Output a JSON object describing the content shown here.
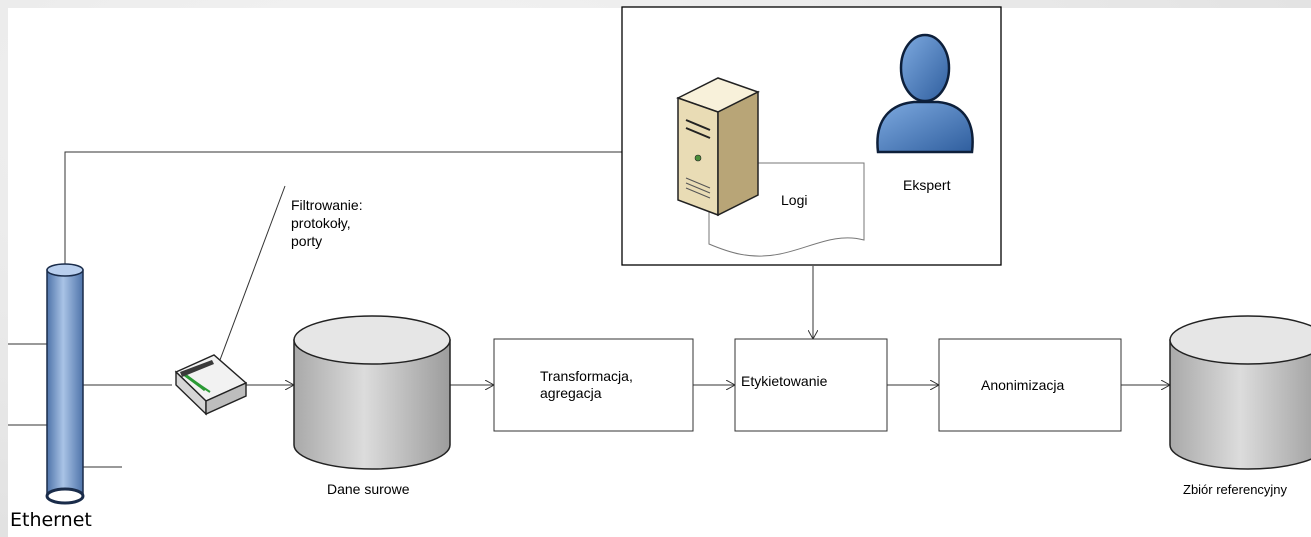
{
  "labels": {
    "filter": "Filtrowanie:\nprotokoły,\nporty",
    "logs": "Logi",
    "expert": "Ekspert",
    "raw_data": "Dane surowe",
    "transform": "Transformacja,\nagregacja",
    "labeling": "Etykietowanie",
    "anonymization": "Anonimizacja",
    "reference_set": "Zbiór referencyjny",
    "ethernet": "Ethernet"
  },
  "icons": {
    "server": "server-icon",
    "expert": "person-icon",
    "network_device": "router-icon",
    "database": "database-icon",
    "bus": "ethernet-bus-icon",
    "document": "document-icon"
  },
  "colors": {
    "line": "#333333",
    "bus_fill": "#7fa3d0",
    "bus_stroke": "#1a2c4a",
    "person_fill": "#4e82c4",
    "db_fill": "#c9c9c9",
    "server_fill": "#efe4c3"
  }
}
